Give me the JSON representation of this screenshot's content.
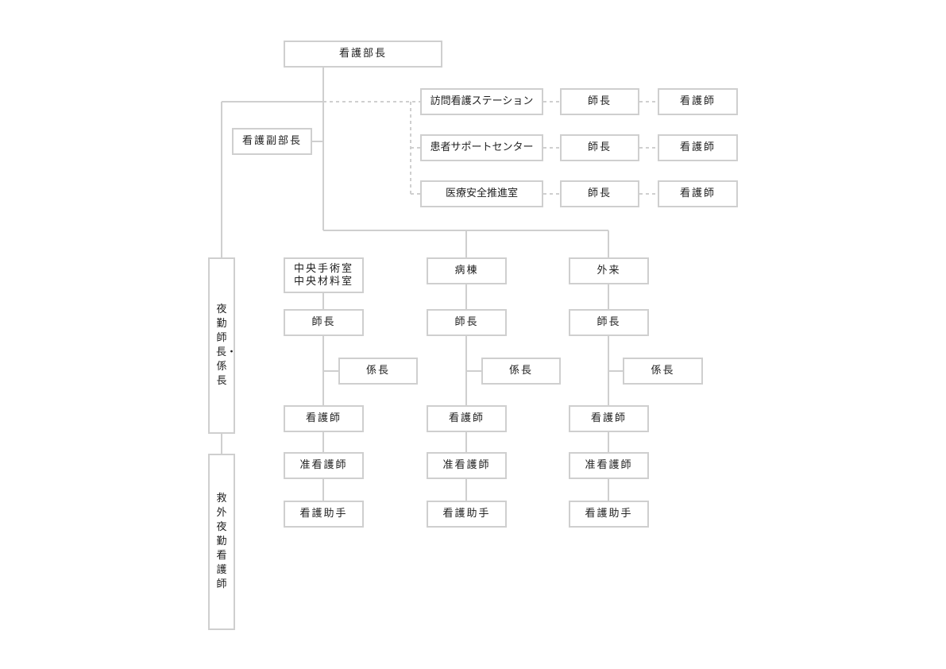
{
  "director": "看護部長",
  "deputy": "看護副部長",
  "staff_units": [
    {
      "name": "訪問看護ステーション",
      "head": "師長",
      "staff": "看護師"
    },
    {
      "name": "患者サポートセンター",
      "head": "師長",
      "staff": "看護師"
    },
    {
      "name": "医療安全推進室",
      "head": "師長",
      "staff": "看護師"
    }
  ],
  "night_chief": "夜勤師長・係長",
  "emergency_night": "救外夜勤看護師",
  "departments": [
    {
      "name": "中央手術室\n中央材料室",
      "chief": "師長",
      "sub_chief": "係長",
      "nurse": "看護師",
      "assoc_nurse": "准看護師",
      "aide": "看護助手"
    },
    {
      "name": "病棟",
      "chief": "師長",
      "sub_chief": "係長",
      "nurse": "看護師",
      "assoc_nurse": "准看護師",
      "aide": "看護助手"
    },
    {
      "name": "外来",
      "chief": "師長",
      "sub_chief": "係長",
      "nurse": "看護師",
      "assoc_nurse": "准看護師",
      "aide": "看護助手"
    }
  ]
}
